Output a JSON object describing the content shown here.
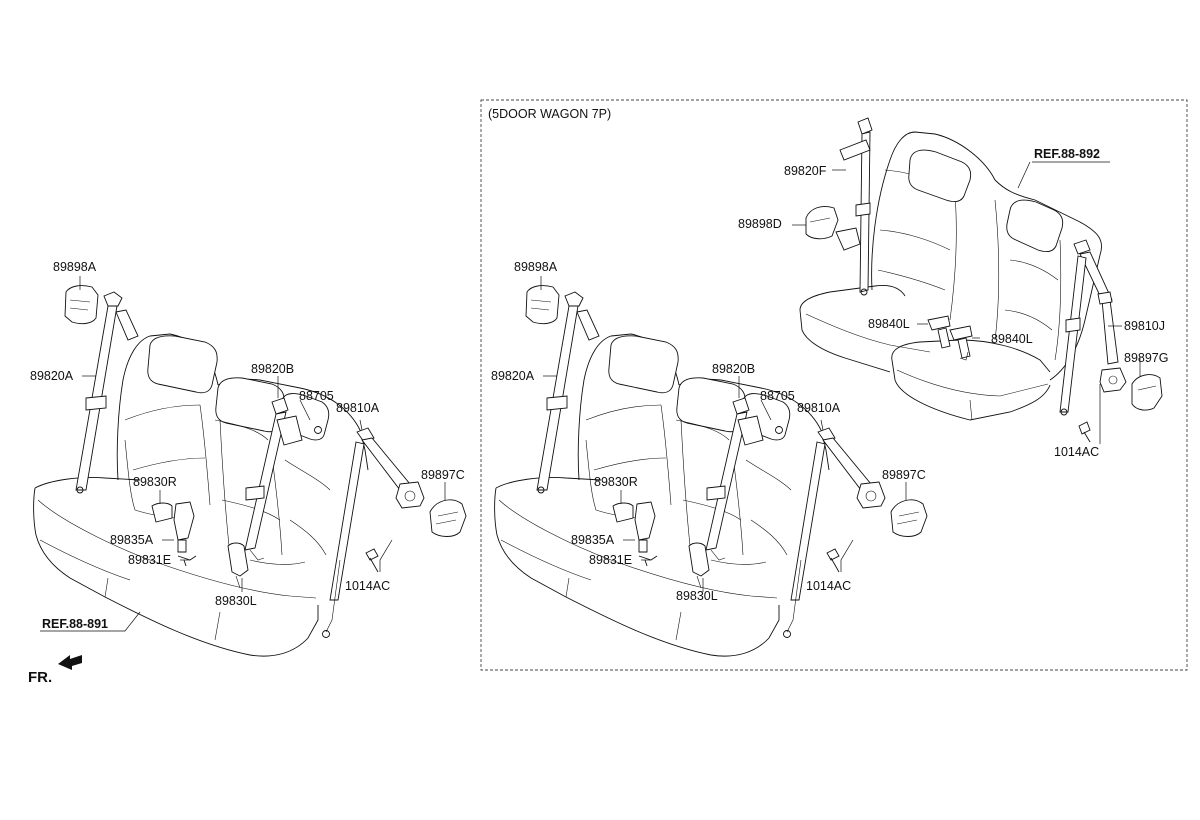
{
  "variant_box": {
    "title": "(5DOOR WAGON 7P)"
  },
  "front_indicator": {
    "text": "FR."
  },
  "left_assembly": {
    "labels": {
      "p89898A": "89898A",
      "p89820A": "89820A",
      "p89820B": "89820B",
      "p88705": "88705",
      "p89810A": "89810A",
      "p89830R": "89830R",
      "p89835A": "89835A",
      "p89831E": "89831E",
      "p89830L": "89830L",
      "p89897C": "89897C",
      "p1014AC": "1014AC",
      "ref": "REF.88-891"
    }
  },
  "right_assembly": {
    "labels": {
      "p89898A": "89898A",
      "p89820A": "89820A",
      "p89820B": "89820B",
      "p88705": "88705",
      "p89810A": "89810A",
      "p89830R": "89830R",
      "p89835A": "89835A",
      "p89831E": "89831E",
      "p89830L": "89830L",
      "p89897C": "89897C",
      "p1014AC": "1014AC"
    }
  },
  "third_row": {
    "labels": {
      "p89820F": "89820F",
      "p89898D": "89898D",
      "p89840L_a": "89840L",
      "p89840L_b": "89840L",
      "p89810J": "89810J",
      "p89897G": "89897G",
      "p1014AC": "1014AC",
      "ref": "REF.88-892"
    }
  }
}
